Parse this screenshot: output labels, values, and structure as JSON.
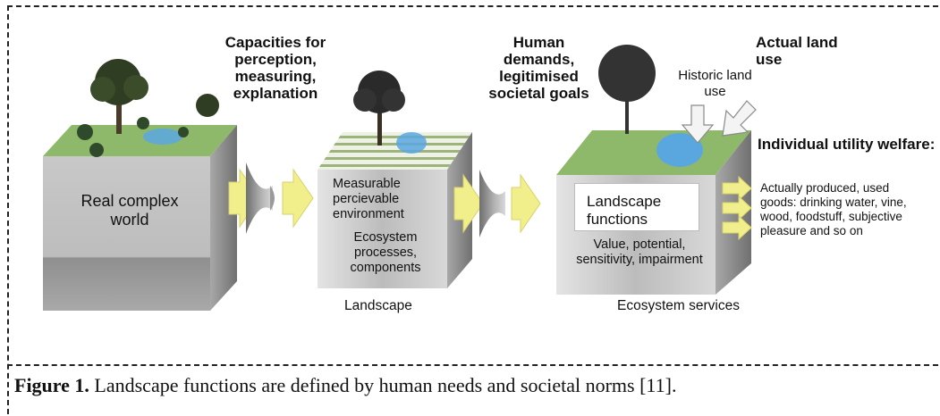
{
  "figure": {
    "label": "Figure 1.",
    "caption": " Landscape functions are defined by human needs and societal norms [11]."
  },
  "diagram": {
    "block1_label": "Real complex world",
    "heading_capacities": "Capacities for perception, measuring, explanation",
    "block2_top_label": "Measurable percievable environment",
    "block2_bottom_label": "Ecosystem processes, components",
    "block2_caption": "Landscape",
    "heading_demands": "Human demands, legitimised societal goals",
    "block3_box_label": "Landscape functions",
    "block3_bottom_label": "Value, potential, sensitivity, impairment",
    "block3_caption": "Ecosystem services",
    "heading_actual": "Actual land use",
    "historic_label": "Historic land use",
    "heading_utility": "Individual utility welfare:",
    "goods_text": "Actually produced, used goods: drinking water, vine, wood, foodstuff, subjective pleasure and so on"
  },
  "colors": {
    "grass": "#8fb96a",
    "block_face": "#c9c9c9",
    "arrow": "#f1ef8c",
    "water": "#5aa7e0",
    "funnel": "#9a9a9a"
  }
}
